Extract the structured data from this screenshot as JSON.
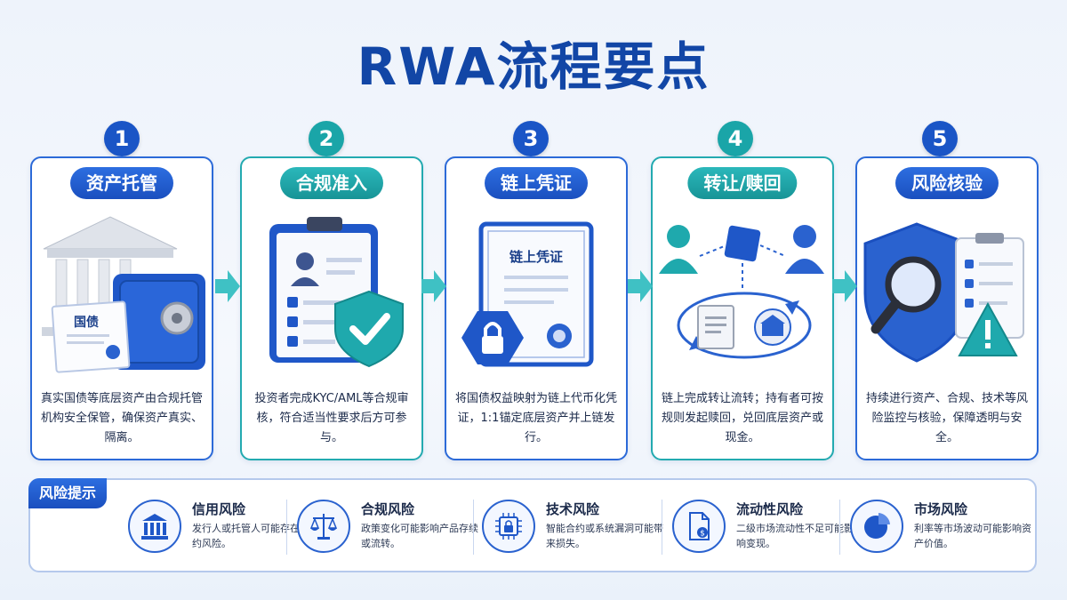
{
  "title": "RWA流程要点",
  "steps": [
    {
      "num": "1",
      "label": "资产托管",
      "desc": "真实国债等底层资产由合规托管机构安全保管，确保资产真实、隔离。",
      "doc_text": "国债"
    },
    {
      "num": "2",
      "label": "合规准入",
      "desc": "投资者完成KYC/AML等合规审核，符合适当性要求后方可参与。"
    },
    {
      "num": "3",
      "label": "链上凭证",
      "desc": "将国债权益映射为链上代币化凭证，1:1锚定底层资产并上链发行。",
      "doc_text": "链上凭证"
    },
    {
      "num": "4",
      "label": "转让/赎回",
      "desc": "链上完成转让流转；持有者可按规则发起赎回，兑回底层资产或现金。"
    },
    {
      "num": "5",
      "label": "风险核验",
      "desc": "持续进行资产、合规、技术等风险监控与核验，保障透明与安全。"
    }
  ],
  "risk": {
    "tag": "风险提示",
    "items": [
      {
        "title": "信用风险",
        "desc": "发行人或托管人可能存在违约风险。",
        "icon": "bank-icon"
      },
      {
        "title": "合规风险",
        "desc": "政策变化可能影响产品存续或流转。",
        "icon": "scale-icon"
      },
      {
        "title": "技术风险",
        "desc": "智能合约或系统漏洞可能带来损失。",
        "icon": "chip-lock-icon"
      },
      {
        "title": "流动性风险",
        "desc": "二级市场流动性不足可能影响变现。",
        "icon": "document-dollar-icon"
      },
      {
        "title": "市场风险",
        "desc": "利率等市场波动可能影响资产价值。",
        "icon": "pie-chart-icon"
      }
    ]
  },
  "colors": {
    "blue": "#1a55c6",
    "teal": "#1aa5a8",
    "title": "#1246a6"
  }
}
